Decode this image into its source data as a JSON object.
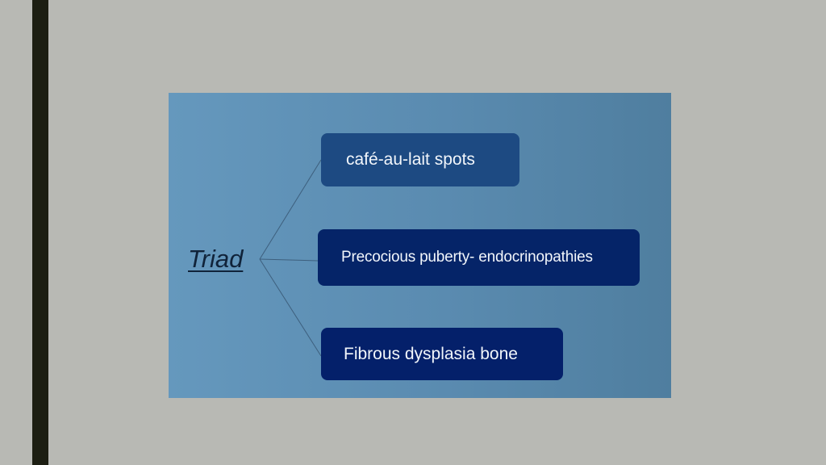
{
  "diagram": {
    "root": {
      "label": "Triad"
    },
    "items": [
      {
        "label": "café-au-lait spots"
      },
      {
        "label": "Precocious puberty- endocrinopathies"
      },
      {
        "label": "Fibrous dysplasia bone"
      }
    ]
  },
  "colors": {
    "background": "#b8b9b4",
    "accent_bar": "#1c1e12",
    "panel": "#5a8bb0",
    "node_1": "#1d4a82",
    "node_2": "#052468",
    "node_3": "#04206a",
    "node_text": "#f2f6fb",
    "root_text": "#10233a",
    "connector": "#3d5f7d"
  }
}
